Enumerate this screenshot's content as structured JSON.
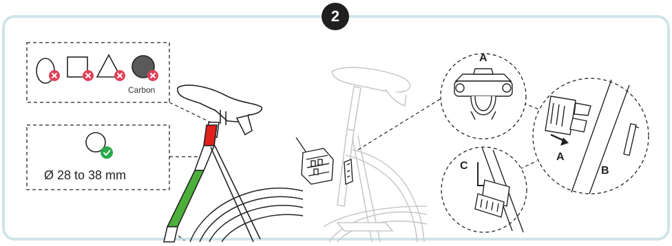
{
  "step": {
    "number": "2"
  },
  "panel_left": {
    "incompatible": {
      "shapes": [
        "oval",
        "square",
        "triangle",
        "carbon-circle"
      ],
      "status_icon": "cross-icon",
      "status_color": "#e0415a",
      "carbon_label": "Carbon"
    },
    "compatible": {
      "status_icon": "check-icon",
      "status_color": "#2aa84a",
      "diameter_label": "Ø 28 to 38 mm"
    }
  },
  "seatpost": {
    "highlight_red": "#e2211c",
    "highlight_green": "#4caf3a"
  },
  "details": {
    "top_circle_label": "A",
    "bottom_circle_label": "C",
    "right_circle_labels": [
      "A",
      "B"
    ]
  },
  "colors": {
    "frame_border": "#cfe3ea",
    "line": "#222222",
    "faded_line": "#c8c8c8"
  }
}
